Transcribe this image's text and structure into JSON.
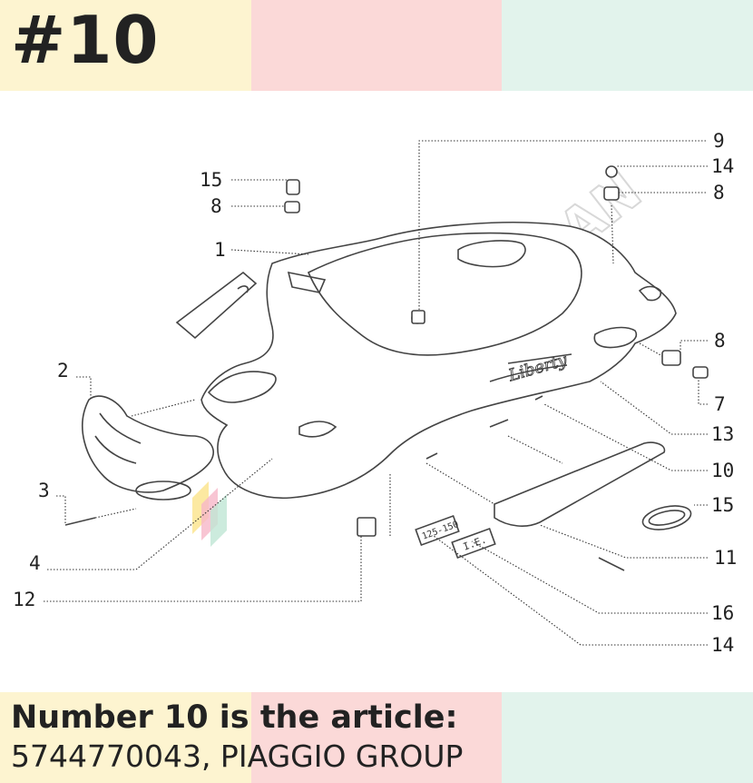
{
  "header": {
    "number_label": "#10",
    "band_colors": [
      "#fdf4d0",
      "#fbd9d8",
      "#e2f3ec"
    ]
  },
  "diagram": {
    "callouts": [
      "15",
      "8",
      "1",
      "2",
      "3",
      "4",
      "12",
      "9",
      "14",
      "8",
      "8",
      "7",
      "13",
      "10",
      "15",
      "11",
      "16",
      "14"
    ],
    "stickers": {
      "badge": "Liberty",
      "plate_a": "125-150",
      "plate_b": "I.E."
    },
    "watermark": "MOTOMORECAN"
  },
  "caption": {
    "title": "Number 10 is the article:",
    "article": "5744770043, PIAGGIO GROUP"
  }
}
